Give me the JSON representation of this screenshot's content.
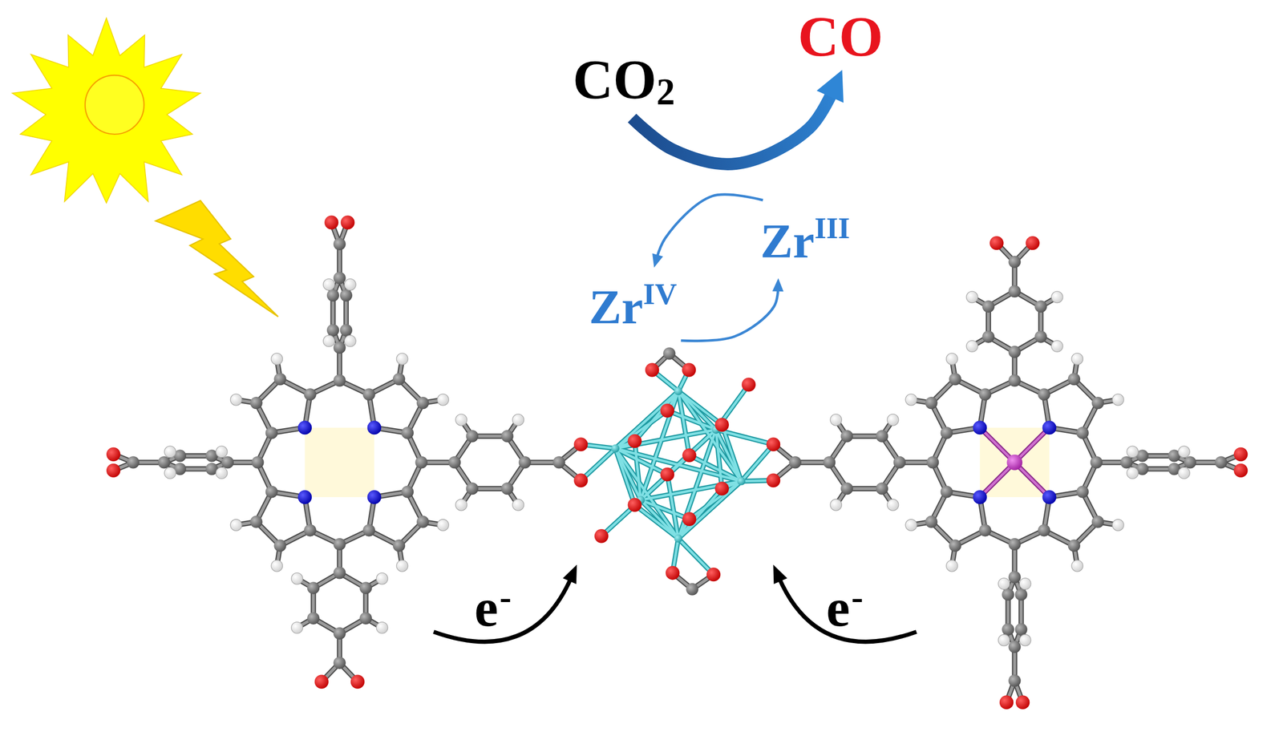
{
  "diagram": {
    "nodes": [
      {
        "text": [
          "CO",
          "2"
        ]
      },
      {
        "text": [
          "CO"
        ]
      },
      {
        "text": [
          "Zr",
          "IV"
        ]
      },
      {
        "text": [
          "Zr",
          "III"
        ]
      }
    ],
    "edges": [
      {
        "from": 0,
        "to": 1,
        "arrow": "to"
      },
      {
        "from": 2,
        "to": 3,
        "arrow": "to"
      },
      {
        "from": 3,
        "to": 2,
        "arrow": "to"
      }
    ],
    "labels": [
      "e",
      "-",
      "e",
      "-"
    ]
  }
}
